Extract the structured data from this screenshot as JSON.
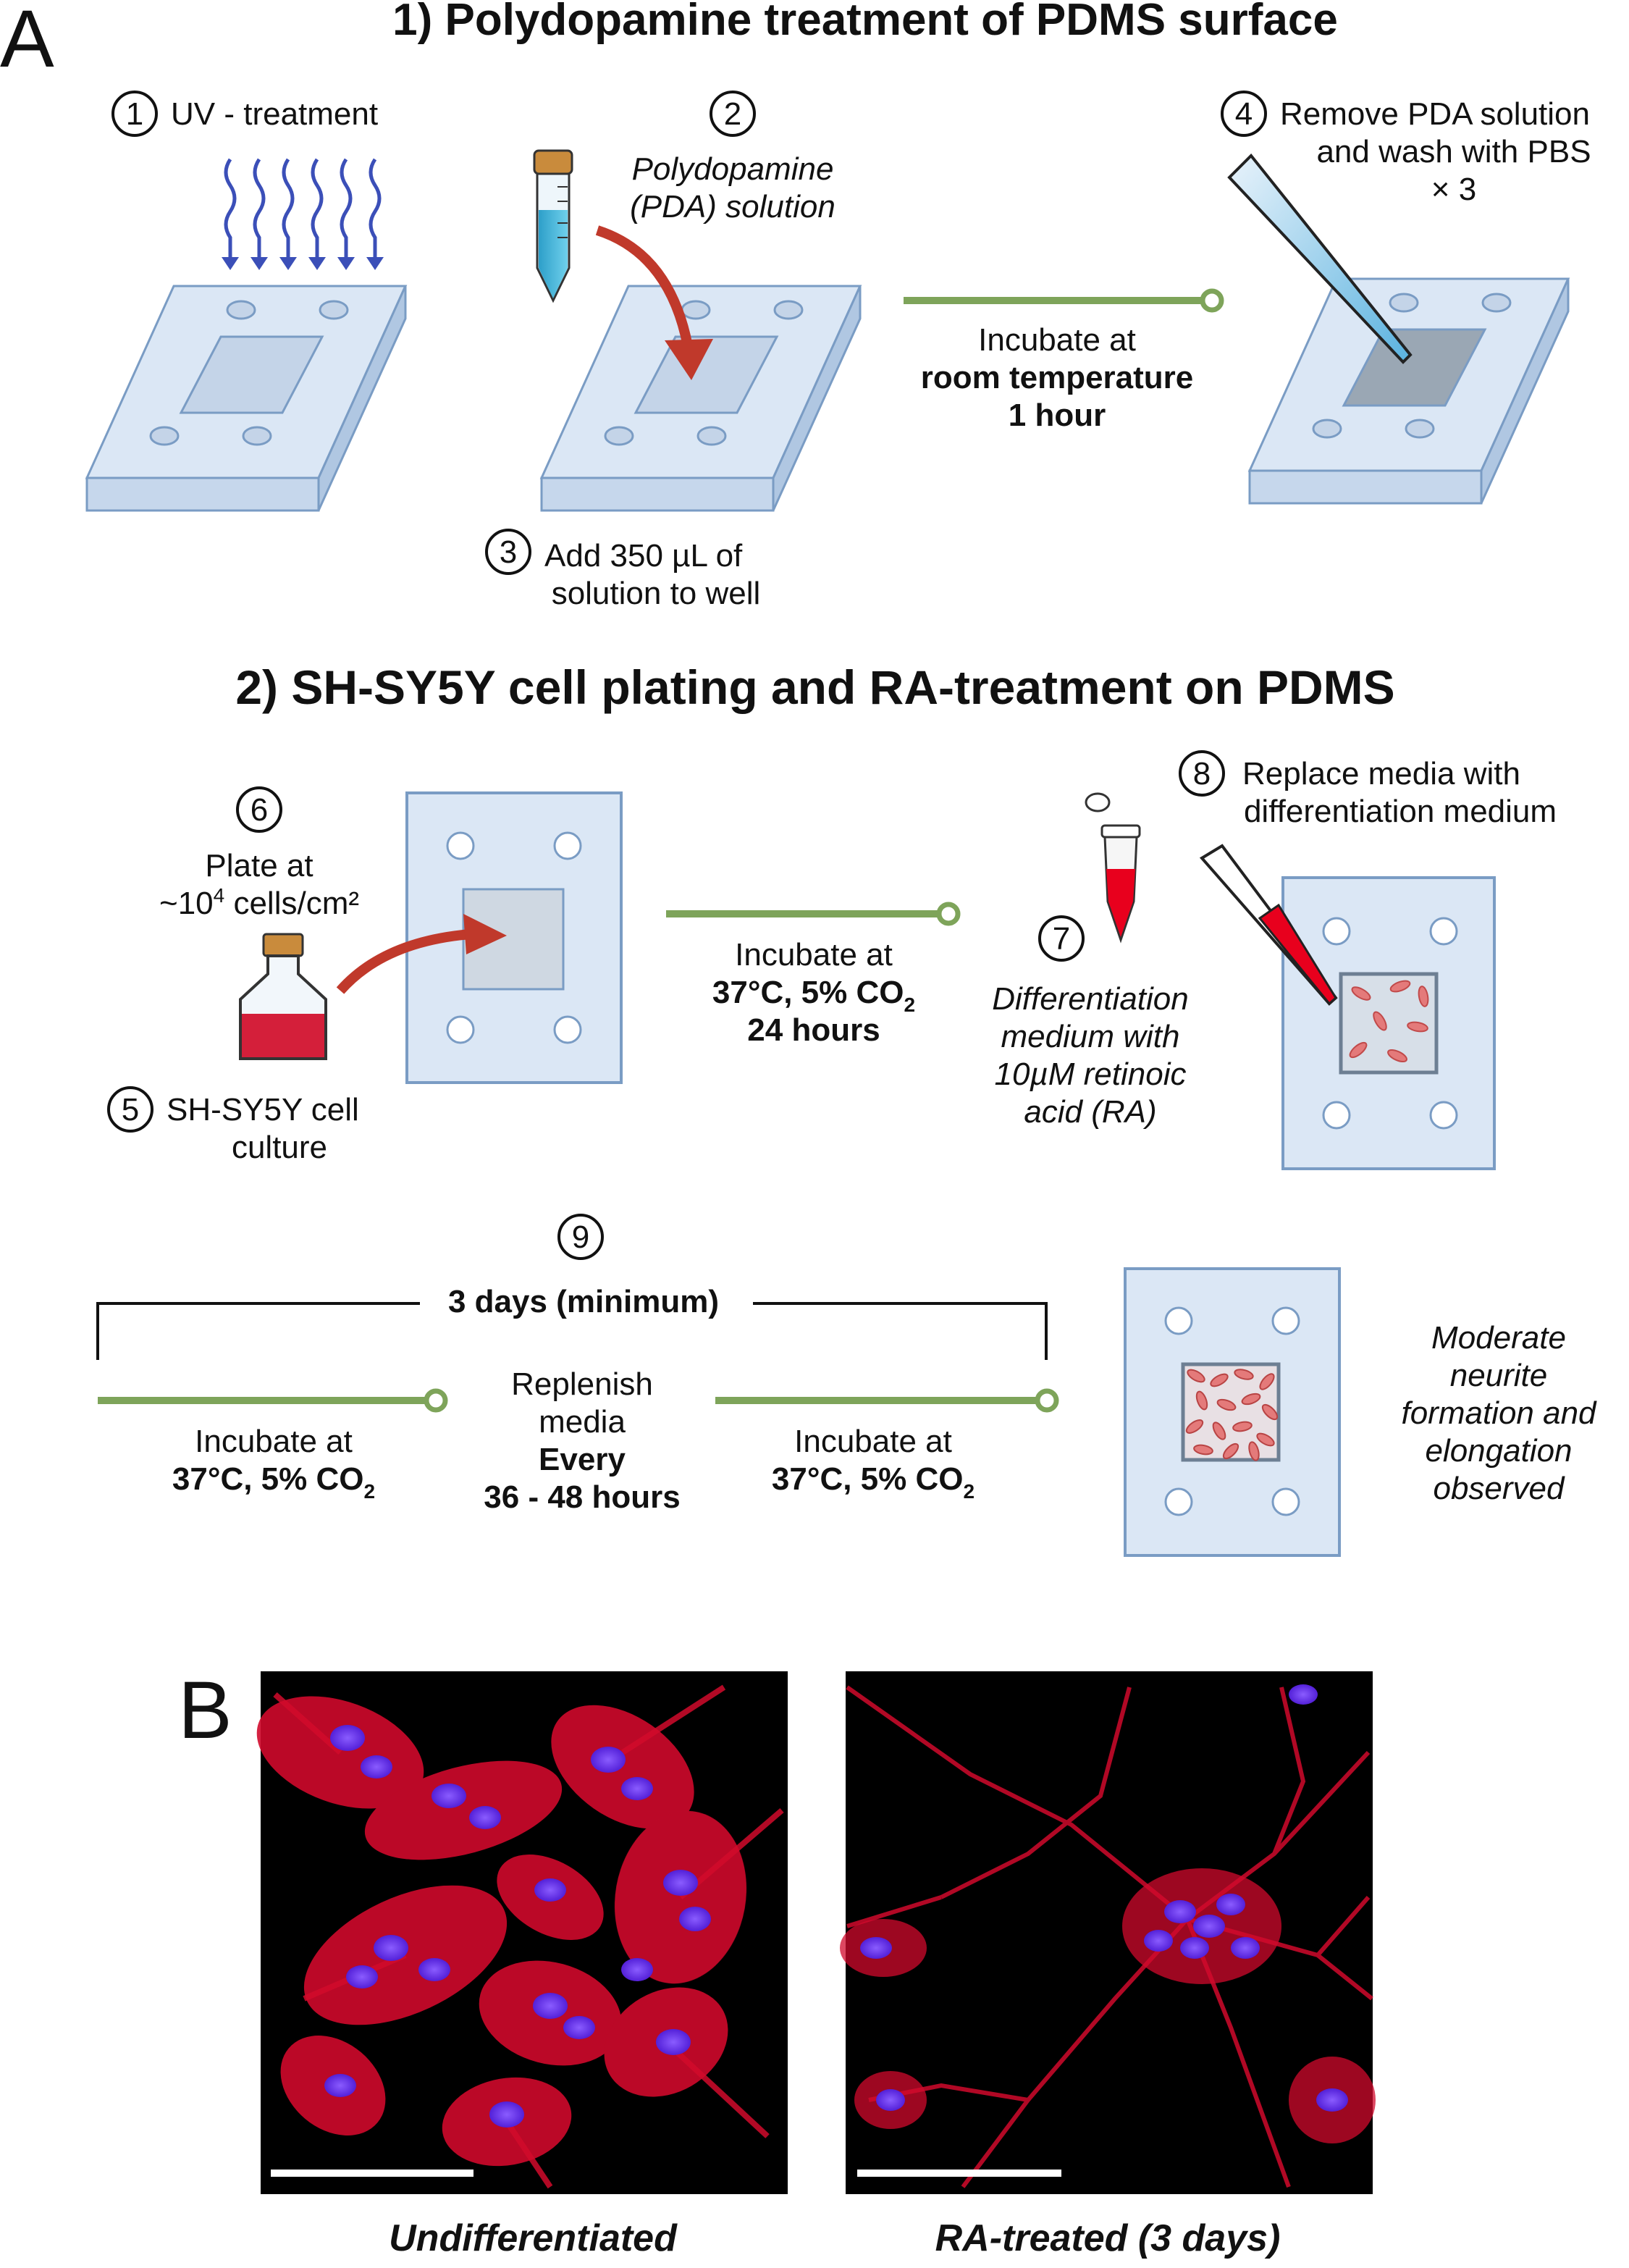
{
  "panel_a": {
    "letter": "A",
    "section1": {
      "title": "1) Polydopamine treatment of PDMS surface",
      "step1": {
        "number": "1",
        "label": "UV - treatment"
      },
      "step2": {
        "number": "2",
        "line1": "Polydopamine",
        "line2": "(PDA) solution"
      },
      "step3": {
        "number": "3",
        "line1": "Add 350 µL of",
        "line2": "solution to well"
      },
      "step4": {
        "number": "4",
        "line1": "Remove PDA solution",
        "line2": "and wash with PBS",
        "line3": "× 3"
      },
      "incubate": {
        "line1": "Incubate at",
        "line2": "room temperature",
        "line3": "1 hour"
      }
    },
    "section2": {
      "title": "2) SH-SY5Y cell plating and RA-treatment on PDMS",
      "step5": {
        "number": "5",
        "line1": "SH-SY5Y cell",
        "line2": "culture"
      },
      "step6": {
        "number": "6",
        "line1": "Plate at",
        "line2_prefix": "~10",
        "line2_sup": "4",
        "line2_suffix": " cells/cm²"
      },
      "incubate": {
        "line1": "Incubate at",
        "line2_prefix": "37°C, 5% CO",
        "line2_sub": "2",
        "line3": "24 hours"
      },
      "step7": {
        "number": "7",
        "line1": "Differentiation",
        "line2": "medium with",
        "line3": "10µM retinoic",
        "line4": "acid (RA)"
      },
      "step8": {
        "number": "8",
        "line1": "Replace media with",
        "line2": "differentiation medium"
      }
    },
    "section3": {
      "step9": {
        "number": "9"
      },
      "duration": "3 days (minimum)",
      "incubate_left": {
        "line1": "Incubate at",
        "line2_prefix": "37°C, 5% CO",
        "line2_sub": "2"
      },
      "replenish": {
        "line1": "Replenish",
        "line2": "media",
        "line3": "Every",
        "line4": "36 - 48 hours"
      },
      "incubate_right": {
        "line1": "Incubate at",
        "line2_prefix": "37°C, 5% CO",
        "line2_sub": "2"
      },
      "outcome": {
        "line1": "Moderate",
        "line2": "neurite",
        "line3": "formation and",
        "line4": "elongation",
        "line5": "observed"
      }
    }
  },
  "panel_b": {
    "letter": "B",
    "left_caption": "Undifferentiated",
    "right_caption": "RA-treated (3 days)"
  },
  "colors": {
    "chip_fill": "#dbe7f5",
    "chip_edge": "#7a9cc4",
    "arrow_green": "#7ea45a",
    "arrow_red": "#c0392b",
    "uv_blue": "#3b4fb8",
    "media_red": "#d41f3a",
    "stain_red": "#e0102e",
    "stain_blue": "#6a2cff"
  }
}
